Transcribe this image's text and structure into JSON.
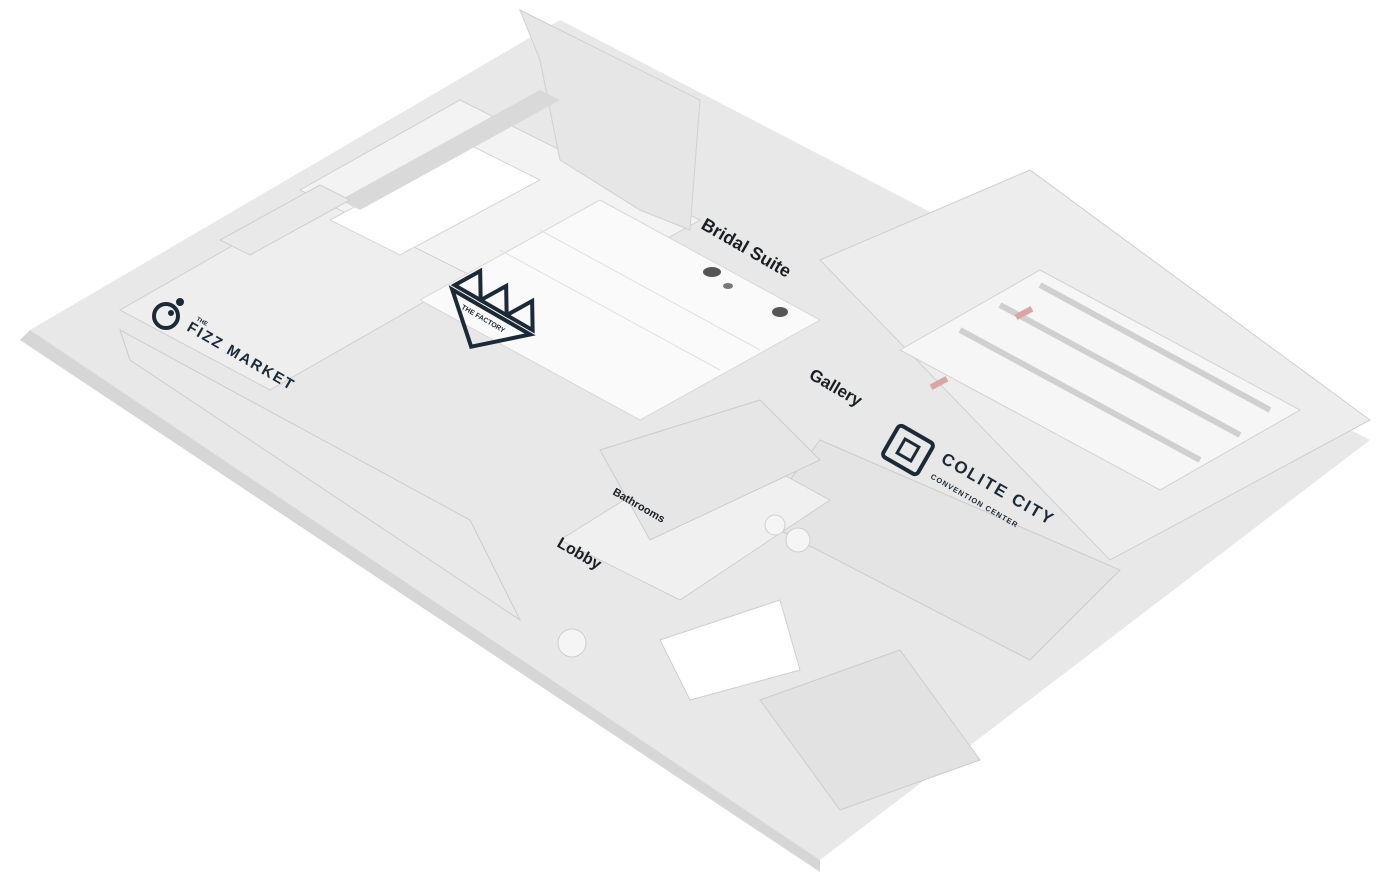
{
  "map": {
    "labels": {
      "bridal_suite": "Bridal Suite",
      "gallery": "Gallery",
      "bathrooms": "Bathrooms",
      "lobby": "Lobby"
    },
    "logos": {
      "fizz_market": {
        "prefix": "THE",
        "name": "FIZZ MARKET"
      },
      "factory": {
        "name": "THE FACTORY"
      },
      "colite_city": {
        "name": "COLITE CITY",
        "subtitle": "CONVENTION CENTER"
      }
    },
    "colors": {
      "background": "#ffffff",
      "roof_light": "#ededed",
      "roof_mid": "#e2e2e2",
      "wall_shadow": "#c9c9c9",
      "logo_navy": "#1c2a38",
      "accent_red": "#d9a5a5"
    }
  }
}
